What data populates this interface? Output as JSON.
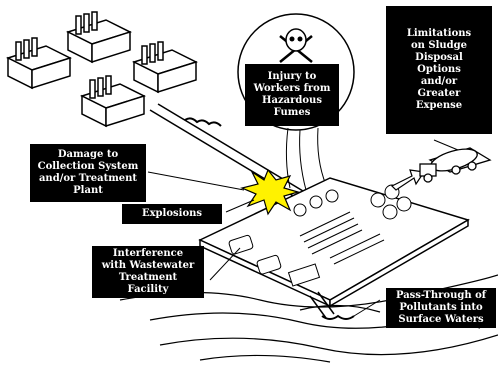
{
  "colors": {
    "callout_bg": "#000000",
    "callout_text": "#ffffff",
    "line": "#000000",
    "explosion": "#fff200"
  },
  "icons": {
    "hazard": "skull-and-crossbones-icon",
    "factories": "factory-icon",
    "truck": "tanker-truck-icon",
    "explosion": "explosion-burst-icon"
  },
  "callouts": {
    "injury": "Injury to\nWorkers from\nHazardous\nFumes",
    "sludge": "Limitations\non Sludge\nDisposal\nOptions\nand/or\nGreater\nExpense",
    "damage": "Damage to\nCollection System\nand/or Treatment\nPlant",
    "explosions": "Explosions",
    "interference": "Interference\nwith Wastewater\nTreatment\nFacility",
    "pass_through": "Pass-Through of\nPollutants into\nSurface Waters"
  }
}
